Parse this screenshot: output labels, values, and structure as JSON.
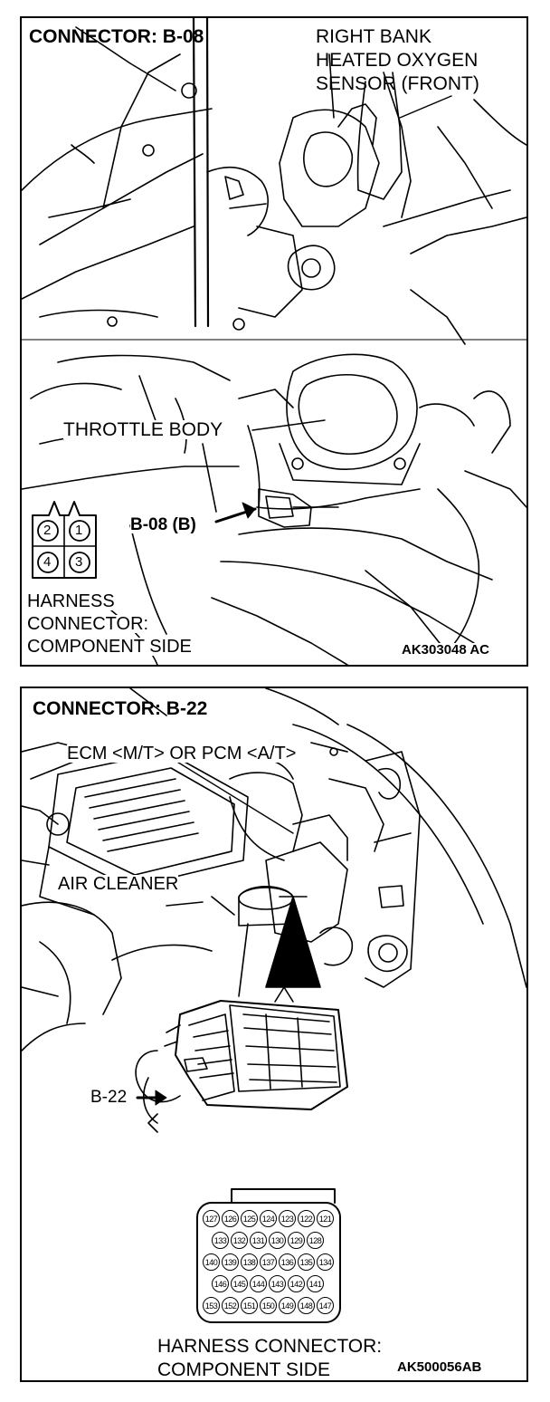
{
  "panel1": {
    "connector_title": "CONNECTOR: B-08",
    "sensor_label_lines": [
      "RIGHT BANK",
      "HEATED OXYGEN",
      "SENSOR (FRONT)"
    ],
    "throttle_label": "THROTTLE BODY",
    "callout": "B-08 (B)",
    "pins": [
      "2",
      "1",
      "4",
      "3"
    ],
    "side_label_lines": [
      "HARNESS",
      "CONNECTOR:",
      "COMPONENT SIDE"
    ],
    "figure_code": "AK303048 AC"
  },
  "panel2": {
    "connector_title": "CONNECTOR: B-22",
    "ecm_label": "ECM <M/T> OR PCM <A/T>",
    "air_cleaner_label": "AIR CLEANER",
    "callout": "B-22",
    "pin_rows": [
      [
        "127",
        "126",
        "125",
        "124",
        "123",
        "122",
        "121"
      ],
      [
        "133",
        "132",
        "131",
        "130",
        "129",
        "128"
      ],
      [
        "140",
        "139",
        "138",
        "137",
        "136",
        "135",
        "134"
      ],
      [
        "146",
        "145",
        "144",
        "143",
        "142",
        "141"
      ],
      [
        "153",
        "152",
        "151",
        "150",
        "149",
        "148",
        "147"
      ]
    ],
    "side_label_lines": [
      "HARNESS CONNECTOR:",
      "COMPONENT SIDE"
    ],
    "figure_code": "AK500056AB"
  }
}
